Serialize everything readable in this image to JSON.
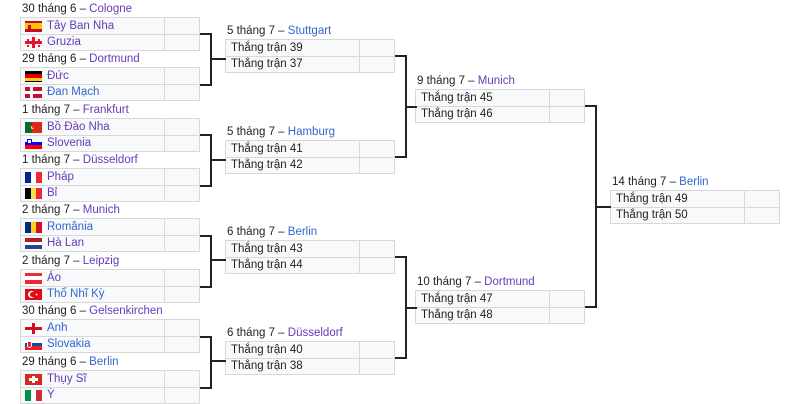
{
  "diagram": {
    "title": "UEFA Euro 2024 knockout bracket",
    "separator": "–",
    "colors": {
      "link_blue": "#3366cc",
      "link_purple": "#663ab7",
      "box_bg": "#f8f9fa",
      "box_border": "#d8d8d8",
      "connector": "#222222"
    }
  },
  "round16": [
    {
      "id": "match-r16-1",
      "date": "30 tháng 6",
      "venue": "Cologne",
      "venue_color": "purple",
      "teams": [
        {
          "name": "Tây Ban Nha",
          "flag": "spain-flag",
          "flag_class": "f-es",
          "color": "purple",
          "score": ""
        },
        {
          "name": "Gruzia",
          "flag": "georgia-flag",
          "flag_class": "f-ge",
          "color": "purple",
          "score": ""
        }
      ]
    },
    {
      "id": "match-r16-2",
      "date": "29 tháng 6",
      "venue": "Dortmund",
      "venue_color": "purple",
      "teams": [
        {
          "name": "Đức",
          "flag": "germany-flag",
          "flag_class": "f-de",
          "color": "purple",
          "score": ""
        },
        {
          "name": "Đan Mạch",
          "flag": "denmark-flag",
          "flag_class": "f-dk",
          "color": "blue",
          "score": ""
        }
      ]
    },
    {
      "id": "match-r16-3",
      "date": "1 tháng 7",
      "venue": "Frankfurt",
      "venue_color": "purple",
      "teams": [
        {
          "name": "Bồ Đào Nha",
          "flag": "portugal-flag",
          "flag_class": "f-pt",
          "color": "purple",
          "score": ""
        },
        {
          "name": "Slovenia",
          "flag": "slovenia-flag",
          "flag_class": "f-si",
          "color": "purple",
          "score": ""
        }
      ]
    },
    {
      "id": "match-r16-4",
      "date": "1 tháng 7",
      "venue": "Düsseldorf",
      "venue_color": "purple",
      "teams": [
        {
          "name": "Pháp",
          "flag": "france-flag",
          "flag_class": "f-fr",
          "color": "purple",
          "score": ""
        },
        {
          "name": "Bỉ",
          "flag": "belgium-flag",
          "flag_class": "f-be",
          "color": "purple",
          "score": ""
        }
      ]
    },
    {
      "id": "match-r16-5",
      "date": "2 tháng 7",
      "venue": "Munich",
      "venue_color": "purple",
      "teams": [
        {
          "name": "România",
          "flag": "romania-flag",
          "flag_class": "f-ro",
          "color": "blue",
          "score": ""
        },
        {
          "name": "Hà Lan",
          "flag": "netherlands-flag",
          "flag_class": "f-nl",
          "color": "purple",
          "score": ""
        }
      ]
    },
    {
      "id": "match-r16-6",
      "date": "2 tháng 7",
      "venue": "Leipzig",
      "venue_color": "purple",
      "teams": [
        {
          "name": "Áo",
          "flag": "austria-flag",
          "flag_class": "f-at",
          "color": "purple",
          "score": ""
        },
        {
          "name": "Thổ Nhĩ Kỳ",
          "flag": "turkey-flag",
          "flag_class": "f-tr",
          "color": "blue",
          "score": ""
        }
      ]
    },
    {
      "id": "match-r16-7",
      "date": "30 tháng 6",
      "venue": "Gelsenkirchen",
      "venue_color": "purple",
      "teams": [
        {
          "name": "Anh",
          "flag": "england-flag",
          "flag_class": "f-en",
          "color": "blue",
          "score": ""
        },
        {
          "name": "Slovakia",
          "flag": "slovakia-flag",
          "flag_class": "f-sk",
          "color": "blue",
          "score": ""
        }
      ]
    },
    {
      "id": "match-r16-8",
      "date": "29 tháng 6",
      "venue": "Berlin",
      "venue_color": "blue",
      "teams": [
        {
          "name": "Thụy Sĩ",
          "flag": "switzerland-flag",
          "flag_class": "f-ch",
          "color": "purple",
          "score": ""
        },
        {
          "name": "Ý",
          "flag": "italy-flag",
          "flag_class": "f-it",
          "color": "purple",
          "score": ""
        }
      ]
    }
  ],
  "quarterfinals": [
    {
      "id": "match-qf-1",
      "date": "5 tháng 7",
      "venue": "Stuttgart",
      "venue_color": "blue",
      "teams": [
        {
          "name": "Thắng trận 39",
          "color": "plain",
          "score": ""
        },
        {
          "name": "Thắng trận 37",
          "color": "plain",
          "score": ""
        }
      ]
    },
    {
      "id": "match-qf-2",
      "date": "5 tháng 7",
      "venue": "Hamburg",
      "venue_color": "blue",
      "teams": [
        {
          "name": "Thắng trận 41",
          "color": "plain",
          "score": ""
        },
        {
          "name": "Thắng trận 42",
          "color": "plain",
          "score": ""
        }
      ]
    },
    {
      "id": "match-qf-3",
      "date": "6 tháng 7",
      "venue": "Berlin",
      "venue_color": "blue",
      "teams": [
        {
          "name": "Thắng trận 43",
          "color": "plain",
          "score": ""
        },
        {
          "name": "Thắng trận 44",
          "color": "plain",
          "score": ""
        }
      ]
    },
    {
      "id": "match-qf-4",
      "date": "6 tháng 7",
      "venue": "Düsseldorf",
      "venue_color": "purple",
      "teams": [
        {
          "name": "Thắng trận 40",
          "color": "plain",
          "score": ""
        },
        {
          "name": "Thắng trận 38",
          "color": "plain",
          "score": ""
        }
      ]
    }
  ],
  "semifinals": [
    {
      "id": "match-sf-1",
      "date": "9 tháng 7",
      "venue": "Munich",
      "venue_color": "purple",
      "teams": [
        {
          "name": "Thắng trận 45",
          "color": "plain",
          "score": ""
        },
        {
          "name": "Thắng trận 46",
          "color": "plain",
          "score": ""
        }
      ]
    },
    {
      "id": "match-sf-2",
      "date": "10 tháng 7",
      "venue": "Dortmund",
      "venue_color": "purple",
      "teams": [
        {
          "name": "Thắng trận 47",
          "color": "plain",
          "score": ""
        },
        {
          "name": "Thắng trận 48",
          "color": "plain",
          "score": ""
        }
      ]
    }
  ],
  "final": {
    "id": "match-final",
    "date": "14 tháng 7",
    "venue": "Berlin",
    "venue_color": "blue",
    "teams": [
      {
        "name": "Thắng trận 49",
        "color": "plain",
        "score": ""
      },
      {
        "name": "Thắng trận 50",
        "color": "plain",
        "score": ""
      }
    ]
  }
}
